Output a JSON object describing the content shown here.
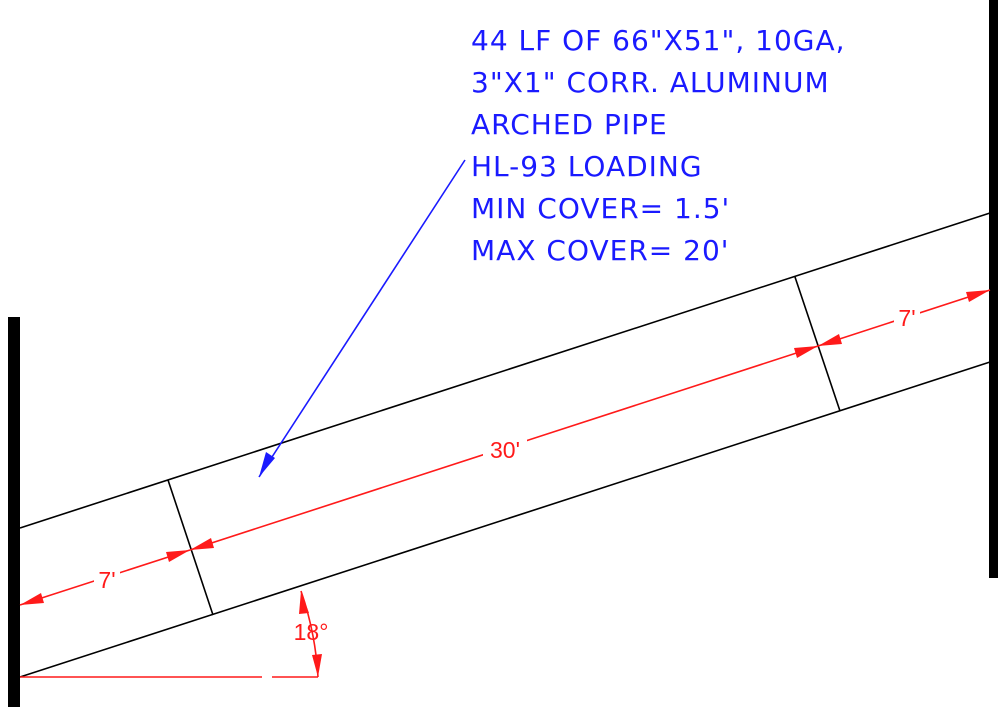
{
  "note": {
    "lines": [
      "44 LF OF 66\"X51\", 10GA,",
      "3\"X1\" CORR. ALUMINUM",
      "ARCHED PIPE",
      "HL-93 LOADING",
      "MIN COVER= 1.5'",
      "MAX COVER= 20'"
    ]
  },
  "dimensions": {
    "left_segment": "7'",
    "middle_segment": "30'",
    "right_segment": "7'",
    "skew_angle": "18°"
  },
  "colors": {
    "note": "#1a1aff",
    "dimension": "#ff1a1a",
    "geometry": "#000000"
  }
}
